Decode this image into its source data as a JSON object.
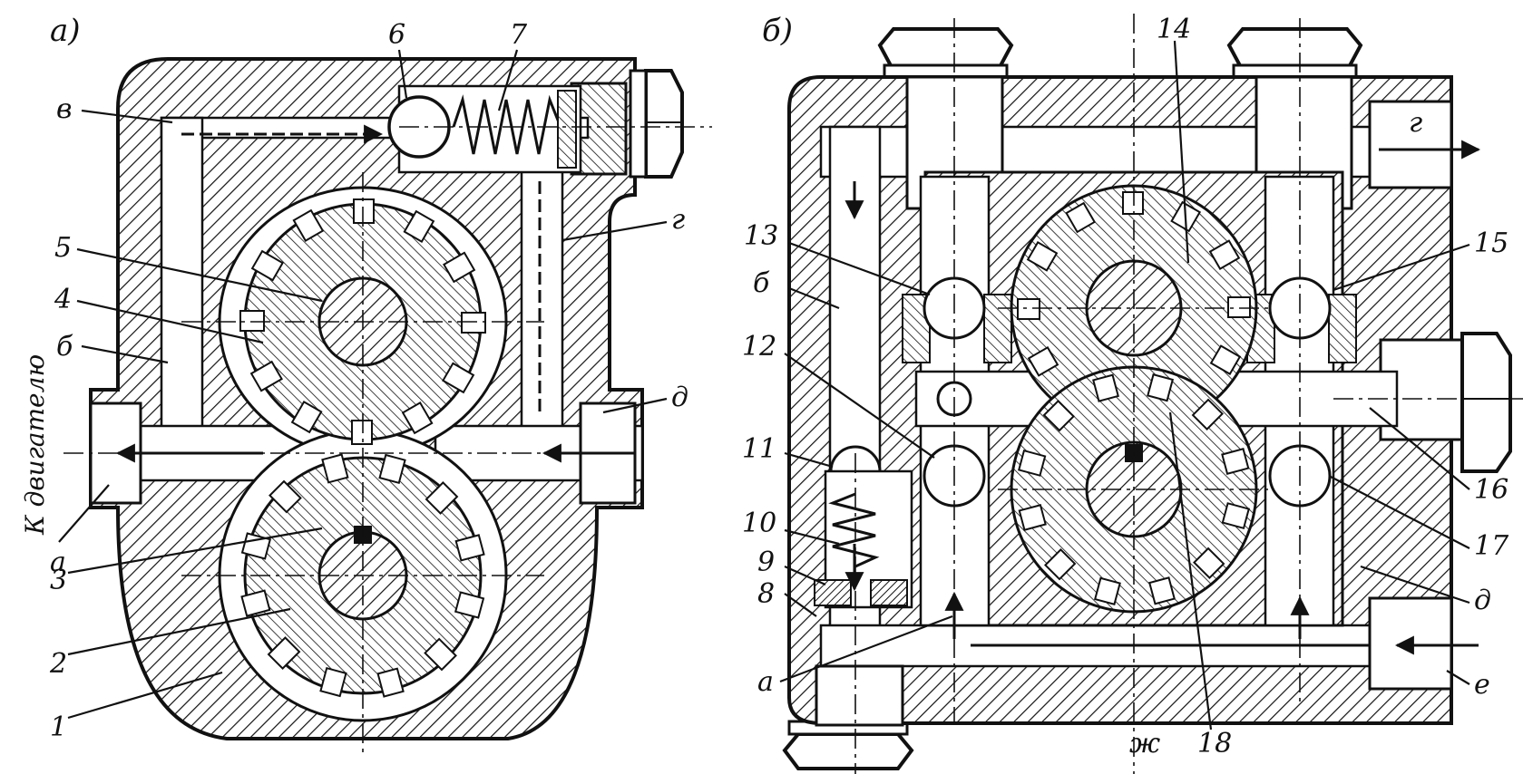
{
  "panels": {
    "a": {
      "title": "а)",
      "side_caption": "К двигателю",
      "labels": [
        "1",
        "2",
        "3",
        "4",
        "5",
        "6",
        "7",
        "а",
        "б",
        "в",
        "г",
        "д"
      ]
    },
    "b": {
      "title": "б)",
      "labels": [
        "8",
        "9",
        "10",
        "11",
        "12",
        "13",
        "14",
        "15",
        "16",
        "17",
        "18",
        "а",
        "б",
        "г",
        "д",
        "е",
        "ж"
      ]
    }
  }
}
